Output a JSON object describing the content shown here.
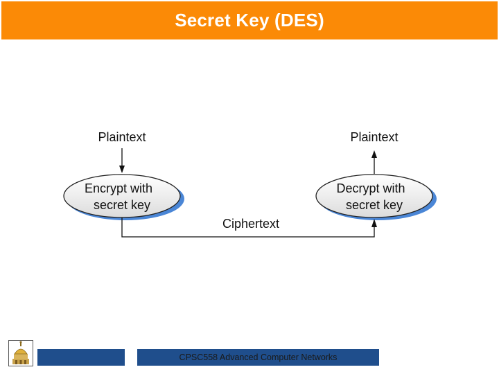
{
  "slide": {
    "title": "Secret Key (DES)",
    "footer_text": "CPSC558 Advanced Computer Networks"
  },
  "diagram": {
    "left_input_label": "Plaintext",
    "right_output_label": "Plaintext",
    "encrypt_node": {
      "line1": "Encrypt with",
      "line2": "secret key"
    },
    "decrypt_node": {
      "line1": "Decrypt with",
      "line2": "secret key"
    },
    "channel_label": "Ciphertext"
  },
  "colors": {
    "title_bar": "#fb8a06",
    "footer_bar": "#1f4e8c",
    "node_shadow": "#4a86d6"
  },
  "logo": {
    "icon": "university-dome-logo"
  }
}
